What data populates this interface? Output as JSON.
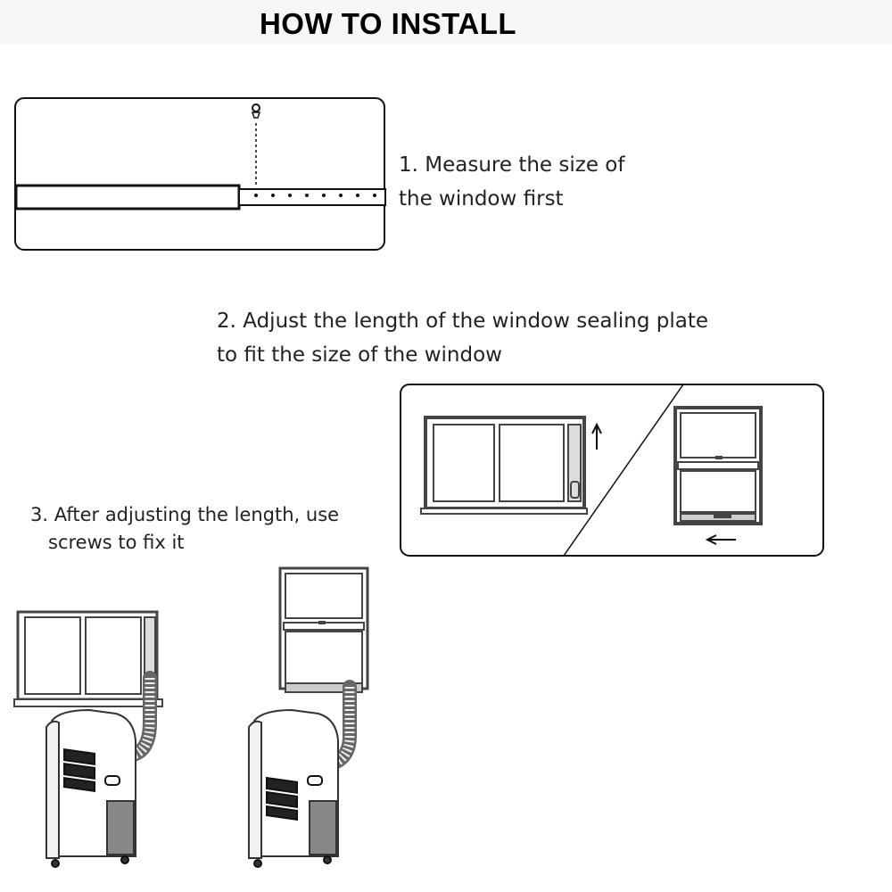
{
  "header": {
    "title": "HOW TO INSTALL"
  },
  "steps": [
    {
      "line1": "1. Measure the size of",
      "line2": "the window first"
    },
    {
      "line1": "2. Adjust the length of the window sealing plate",
      "line2": "to fit the size of the window"
    },
    {
      "line1": "3. After adjusting the length, use",
      "line2": "screws to fix it"
    }
  ],
  "colors": {
    "line": "#111111",
    "frame": "#555555",
    "panel": "#bdbdbd"
  }
}
